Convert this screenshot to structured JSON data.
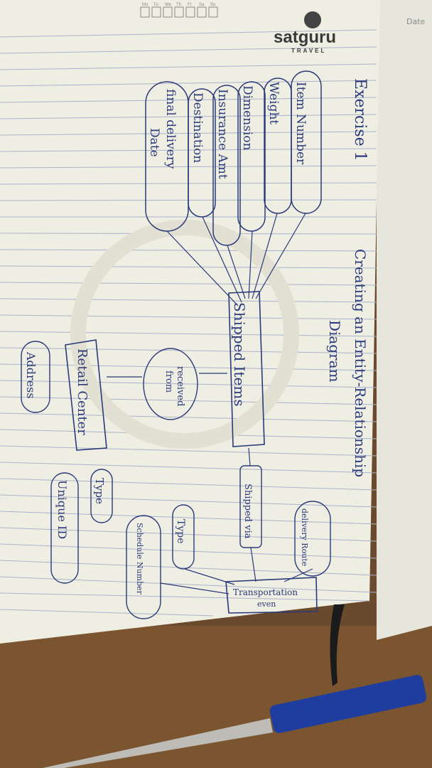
{
  "notebook": {
    "brand": "satguru",
    "brand_sub": "TRAVEL",
    "date_label": "Date",
    "day_labels": [
      "Mo",
      "Tu",
      "We",
      "Th",
      "Fr",
      "Sa",
      "Su"
    ]
  },
  "page": {
    "title": "Exercise 1",
    "heading_line1": "Creating an Entity-Relationship",
    "heading_line2": "Diagram"
  },
  "diagram": {
    "attributes_shipped": [
      "Item Number",
      "Weight",
      "Dimension",
      "Insurance Amt",
      "Destination",
      "final delivery",
      "Date"
    ],
    "entity_shipped": "Shipped Items",
    "relationship_received": [
      "received",
      "from"
    ],
    "entity_retail": "Retail Center",
    "retail_attributes": [
      "Address",
      "Type",
      "Unique ID"
    ],
    "relationship_shipped_via": "Shipped via",
    "entity_transport": [
      "Transportation",
      "even"
    ],
    "transport_attributes": [
      "Type",
      "Schedule Number",
      "delivery Route"
    ]
  },
  "colors": {
    "paper": "#eeecdf",
    "ink": "#2b3a7a",
    "rule_line": "#9aa6c8",
    "desk": "#6b4a2a",
    "pen_cap": "#1f3d9e"
  }
}
